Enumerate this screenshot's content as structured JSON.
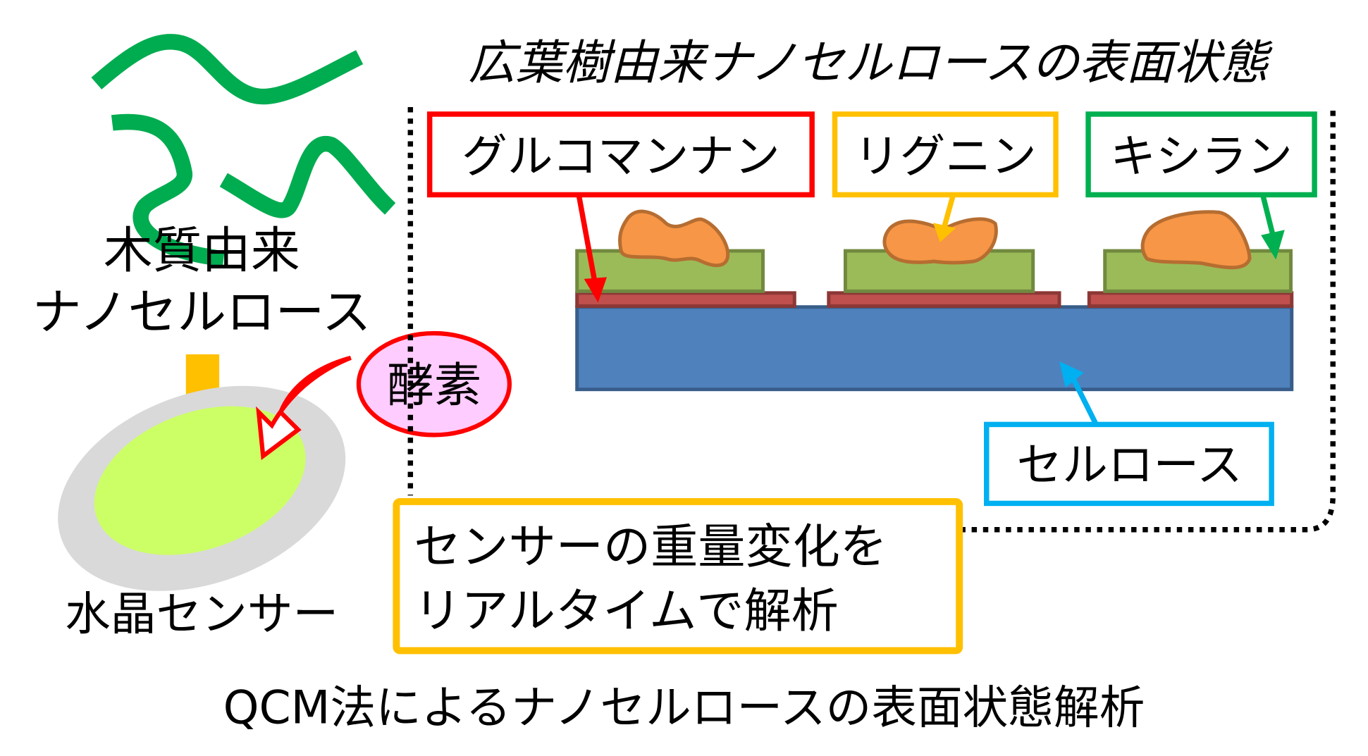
{
  "left": {
    "nanocellulose_label_line1": "木質由来",
    "nanocellulose_label_line2": "ナノセルロース",
    "enzyme_label": "酵素",
    "sensor_label": "水晶センサー"
  },
  "panel": {
    "title": "広葉樹由来ナノセルロースの表面状態",
    "labels": {
      "glucomannan": "グルコマンナン",
      "lignin": "リグニン",
      "xylan": "キシラン",
      "cellulose": "セルロース"
    }
  },
  "analysis_box": {
    "line1": "センサーの重量変化を",
    "line2": "リアルタイムで解析"
  },
  "caption": "QCM法によるナノセルロースの表面状態解析",
  "colors": {
    "fiber_green": "#00AC50",
    "glucomannan_red": "#FF0000",
    "lignin_yellow": "#FFC000",
    "xylan_green": "#00B050",
    "cellulose_blue": "#00B0F0",
    "substrate_blue": "#4F81BD",
    "layer_green": "#9BBB59",
    "layer_red": "#C0504D",
    "blob_orange": "#F79646",
    "enzyme_pink": "#FFCCFF",
    "sensor_gray": "#D9D9D9",
    "sensor_lime": "#CCFF66"
  }
}
